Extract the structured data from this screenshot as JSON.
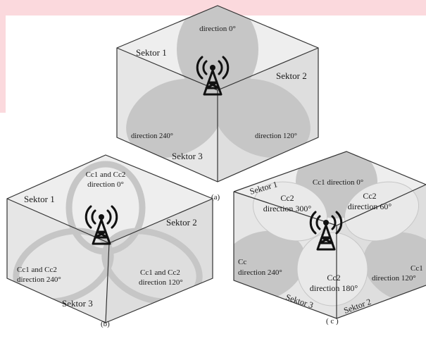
{
  "colors": {
    "banner": "#fbd9dd",
    "face_top": "#eeeeee",
    "face_left": "#e6e6e6",
    "face_right": "#dedede",
    "edge": "#333333",
    "lobe": "#c6c6c6",
    "lobe_light": "#e9e9e9",
    "antenna": "#111111"
  },
  "diagram_a": {
    "caption": "(a)",
    "sector_1": "Sektor 1",
    "sector_2": "Sektor 2",
    "sector_3": "Sektor 3",
    "dir_0": "direction 0°",
    "dir_120": "direction 120°",
    "dir_240": "direction 240°",
    "antenna_icon": "cell-tower-icon"
  },
  "diagram_b": {
    "caption": "(b)",
    "sector_1": "Sektor 1",
    "sector_2": "Sektor 2",
    "sector_3": "Sektor 3",
    "dir_0_line1": "Cc1 and Cc2",
    "dir_0_line2": "direction 0°",
    "dir_120_line1": "Cc1 and Cc2",
    "dir_120_line2": "direction 120°",
    "dir_240_line1": "Cc1 and Cc2",
    "dir_240_line2": "direction 240°",
    "antenna_icon": "cell-tower-icon"
  },
  "diagram_c": {
    "caption": "( c )",
    "sector_1": "Sektor 1",
    "sector_2": "Sektor 2",
    "sector_3": "Sektor 3",
    "cc1_0": "Cc1 direction 0°",
    "cc2_300_line1": "Cc2",
    "cc2_300_line2": "direction 300°",
    "cc2_60_line1": "Cc2",
    "cc2_60_line2": "direction 60°",
    "cc1_240_line1": "Cc",
    "cc1_240_line2": "direction 240°",
    "cc1_120_line1": "Cc1",
    "cc1_120_line2": "direction 120°",
    "cc2_180_line1": "Cc2",
    "cc2_180_line2": "direction 180°",
    "antenna_icon": "cell-tower-icon"
  }
}
